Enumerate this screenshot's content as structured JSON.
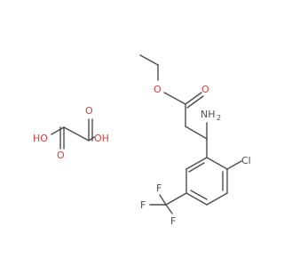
{
  "diagram": {
    "labels": {
      "ester_O_carbonyl": "O",
      "ester_O_single": "O",
      "amino": "NH",
      "amino_sub": "2",
      "chloro": "Cl",
      "fluoro_top": "F",
      "fluoro_left": "F",
      "fluoro_bottom": "F",
      "oxalic_O_top": "O",
      "oxalic_O_bottom": "O",
      "oxalic_HO_left": "HO",
      "oxalic_OH_right": "OH"
    },
    "colors": {
      "oxygen": "#e03c3c",
      "nitrogen": "#4d4d4d",
      "chlorine": "#4d4d4d",
      "fluorine": "#4d4d4d",
      "bond": "#4d4d4d"
    }
  }
}
